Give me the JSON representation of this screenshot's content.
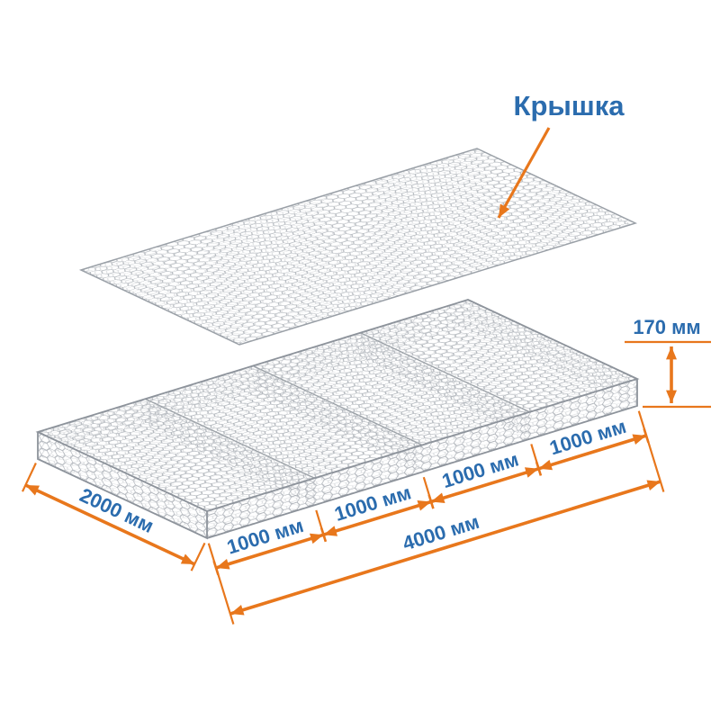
{
  "labels": {
    "lid": "Крышка"
  },
  "dimensions": {
    "height": "170 мм",
    "width": "2000 мм",
    "sections": [
      "1000 мм",
      "1000 мм",
      "1000 мм",
      "1000 мм"
    ],
    "total_length": "4000 мм"
  },
  "colors": {
    "dimension_arrow": "#E8771C",
    "label_text": "#2B6CAE",
    "mesh_wire": "#AEB3B9"
  }
}
